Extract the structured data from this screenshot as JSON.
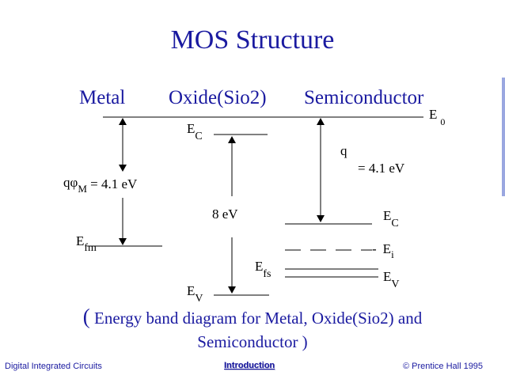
{
  "title": "MOS Structure",
  "headers": {
    "metal": "Metal",
    "oxide": "Oxide(Sio2)",
    "semiconductor": "Semiconductor"
  },
  "diagram": {
    "e0_main": "E",
    "e0_sub": "0",
    "metal_work_function_prefix": "q",
    "metal_work_function_phi": "φ",
    "metal_work_function_sub": "M",
    "metal_work_function_value": " = 4.1 eV",
    "efm_main": "E",
    "efm_sub": "fm",
    "oxide_ec_main": "E",
    "oxide_ec_sub": "C",
    "oxide_bandgap": "8 eV",
    "oxide_ev_main": "E",
    "oxide_ev_sub": "V",
    "semi_q": "q",
    "semi_affinity_value": "= 4.1 eV",
    "semi_ec_main": "E",
    "semi_ec_sub": "C",
    "semi_ei_dash": "-",
    "semi_ei_main": "E",
    "semi_ei_sub": "i",
    "semi_efs_main": "E",
    "semi_efs_sub": "fs",
    "semi_ev_main": "E",
    "semi_ev_sub": "V"
  },
  "caption": {
    "paren_open": "(",
    "line1": " Energy band diagram for Metal, Oxide(Sio2) and",
    "line2": "Semiconductor )"
  },
  "footer": {
    "left": "Digital Integrated Circuits",
    "center": "Introduction",
    "right": "© Prentice Hall 1995"
  },
  "colors": {
    "title_text": "#1a1aa0",
    "diagram_ink": "#000000",
    "accent_stripe": "#9aa7e0"
  }
}
